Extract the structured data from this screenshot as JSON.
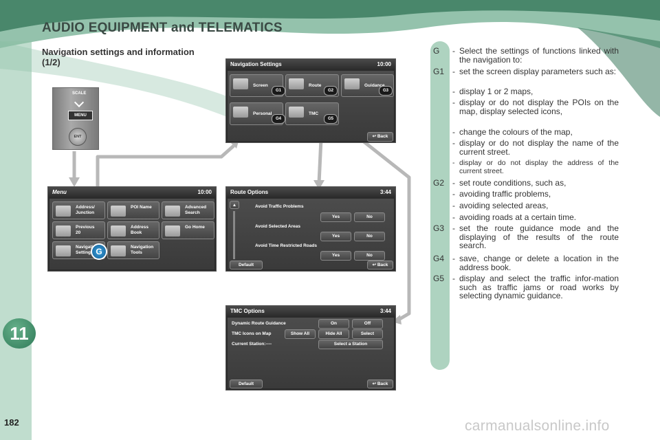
{
  "header": {
    "title": "AUDIO EQUIPMENT and TELEMATICS"
  },
  "section_title": "Navigation settings and information (1/2)",
  "chapter_number": "11",
  "page_number": "182",
  "watermark": "carmanualsonline.info",
  "colors": {
    "brand_green": "#3d8f68",
    "header_text": "#3a4a44",
    "screen_bg": "#2c2c2c"
  },
  "control_panel": {
    "scale_label": "SCALE",
    "menu_label": "MENU",
    "ent_label": "ENT"
  },
  "callout_g": "G",
  "menu_screen": {
    "title": "Menu",
    "time": "10:00",
    "buttons": [
      {
        "label": "Address/\nJunction"
      },
      {
        "label": "POI Name"
      },
      {
        "label": "Advanced\nSearch"
      },
      {
        "label": "Previous\n20"
      },
      {
        "label": "Address\nBook"
      },
      {
        "label": "Go Home"
      },
      {
        "label": "Navigation\nSettings"
      },
      {
        "label": "Navigation\nTools"
      }
    ]
  },
  "nav_settings_screen": {
    "title": "Navigation Settings",
    "time": "10:00",
    "buttons": [
      {
        "label": "Screen",
        "tag": "G1"
      },
      {
        "label": "Route",
        "tag": "G2"
      },
      {
        "label": "Guidance",
        "tag": "G3"
      },
      {
        "label": "Personal",
        "tag": "G4"
      },
      {
        "label": "TMC",
        "tag": "G5"
      }
    ],
    "back_label": "Back"
  },
  "route_options_screen": {
    "title": "Route Options",
    "time": "3:44",
    "rows": [
      {
        "label": "Avoid Traffic Problems",
        "yes": "Yes",
        "no": "No"
      },
      {
        "label": "Avoid Selected Areas",
        "yes": "Yes",
        "no": "No"
      },
      {
        "label": "Avoid Time Restricted Roads",
        "yes": "Yes",
        "no": "No"
      }
    ],
    "default_label": "Default",
    "back_label": "Back"
  },
  "tmc_options_screen": {
    "title": "TMC Options",
    "time": "3:44",
    "rows": [
      {
        "label": "Dynamic Route Guidance",
        "btn1": "On",
        "btn2": "Off"
      },
      {
        "label": "TMC Icons on Map",
        "btn1": "Show All",
        "btn2": "Hide All",
        "btn3": "Select"
      },
      {
        "label": "Current Station:----",
        "btn1": "Select a Station"
      }
    ],
    "default_label": "Default",
    "back_label": "Back"
  },
  "descriptions": [
    {
      "key": "G",
      "text": "Select the settings of functions linked with the navigation to:"
    },
    {
      "key": "G1",
      "text": "set the screen display parameters such as:",
      "items": [
        "display 1 or 2 maps,",
        "display or do not display the POIs on the map, display selected icons,",
        "change the colours of the map,",
        "display or do not display the name of the current street.",
        "display or do not display the address of the current street."
      ]
    },
    {
      "key": "G2",
      "text": "set route conditions, such as,",
      "items": [
        "avoiding traffic problems,",
        "avoiding selected areas,",
        "avoiding roads at a certain time."
      ]
    },
    {
      "key": "G3",
      "text": "set the route guidance mode and the displaying of the results of the route search."
    },
    {
      "key": "G4",
      "text": "save, change or delete a location in the address book."
    },
    {
      "key": "G5",
      "text": "display and select the traffic infor-mation such as traffic jams or road works by selecting dynamic guidance."
    }
  ]
}
